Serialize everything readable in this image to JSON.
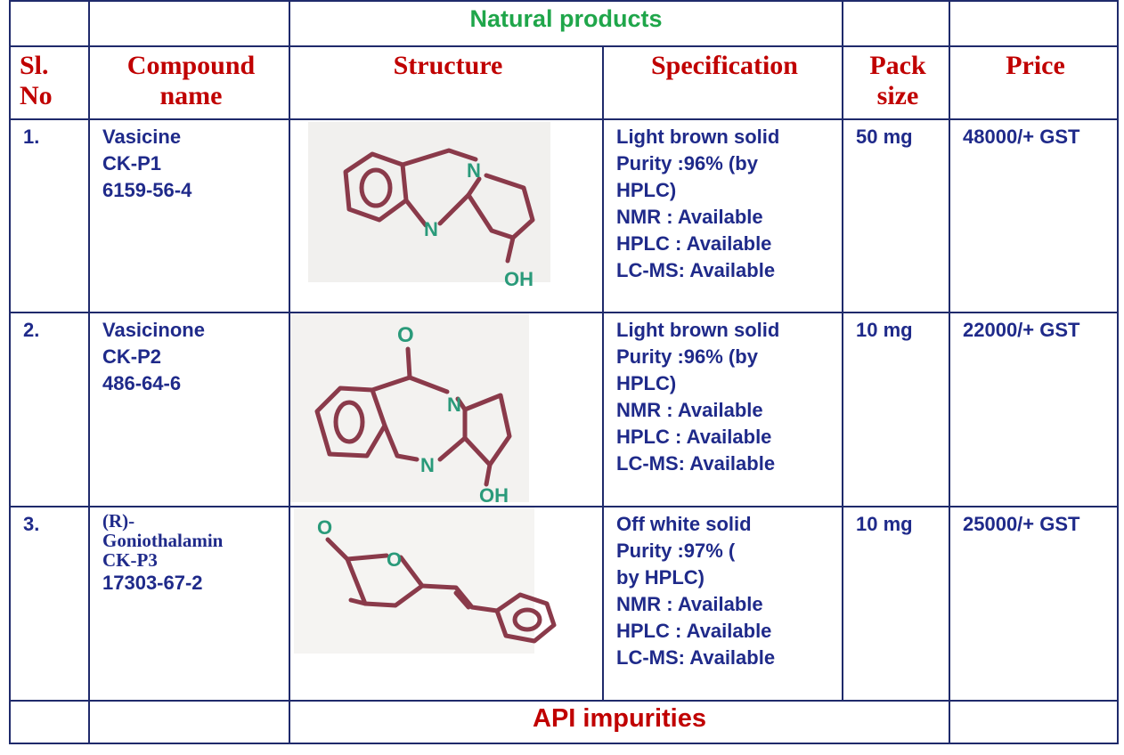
{
  "sections": {
    "natural_products": "Natural products",
    "api_impurities": "API impurities"
  },
  "headers": {
    "sl_no": [
      "Sl.",
      "No"
    ],
    "compound_name": [
      "Compound",
      "name"
    ],
    "structure": "Structure",
    "specification": "Specification",
    "pack_size": [
      "Pack",
      "size"
    ],
    "price": "Price"
  },
  "rows": [
    {
      "sl": "1.",
      "name": "Vasicine",
      "code": "CK-P1",
      "cas": "6159-56-4",
      "spec": [
        "Light brown solid",
        "Purity :96% (by",
        "HPLC)",
        "NMR : Available",
        "HPLC : Available",
        "LC-MS: Available"
      ],
      "pack": "50 mg",
      "price": "48000/+ GST"
    },
    {
      "sl": "2.",
      "name": "Vasicinone",
      "code": "CK-P2",
      "cas": "486-64-6",
      "spec": [
        "Light brown solid",
        "Purity :96% (by",
        "HPLC)",
        "NMR : Available",
        "HPLC : Available",
        "LC-MS: Available"
      ],
      "pack": "10 mg",
      "price": "22000/+ GST"
    },
    {
      "sl": "3.",
      "name_lines": [
        "(R)-",
        "Goniothalamin",
        "CK-P3"
      ],
      "cas": "17303-67-2",
      "spec": [
        "Off white solid",
        "Purity :97% (",
        "by HPLC)",
        "NMR : Available",
        "HPLC : Available",
        "LC-MS: Available"
      ],
      "pack": "10 mg",
      "price": "25000/+ GST"
    }
  ],
  "structure_labels": {
    "n": "N",
    "oh": "OH",
    "o": "O"
  },
  "colors": {
    "border": "#1f2a6b",
    "section_green": "#1fa64a",
    "header_red": "#c00000",
    "body_navy": "#1f2a8a",
    "ink": "#8a3a4a",
    "ink_green": "#2a9a7a"
  }
}
